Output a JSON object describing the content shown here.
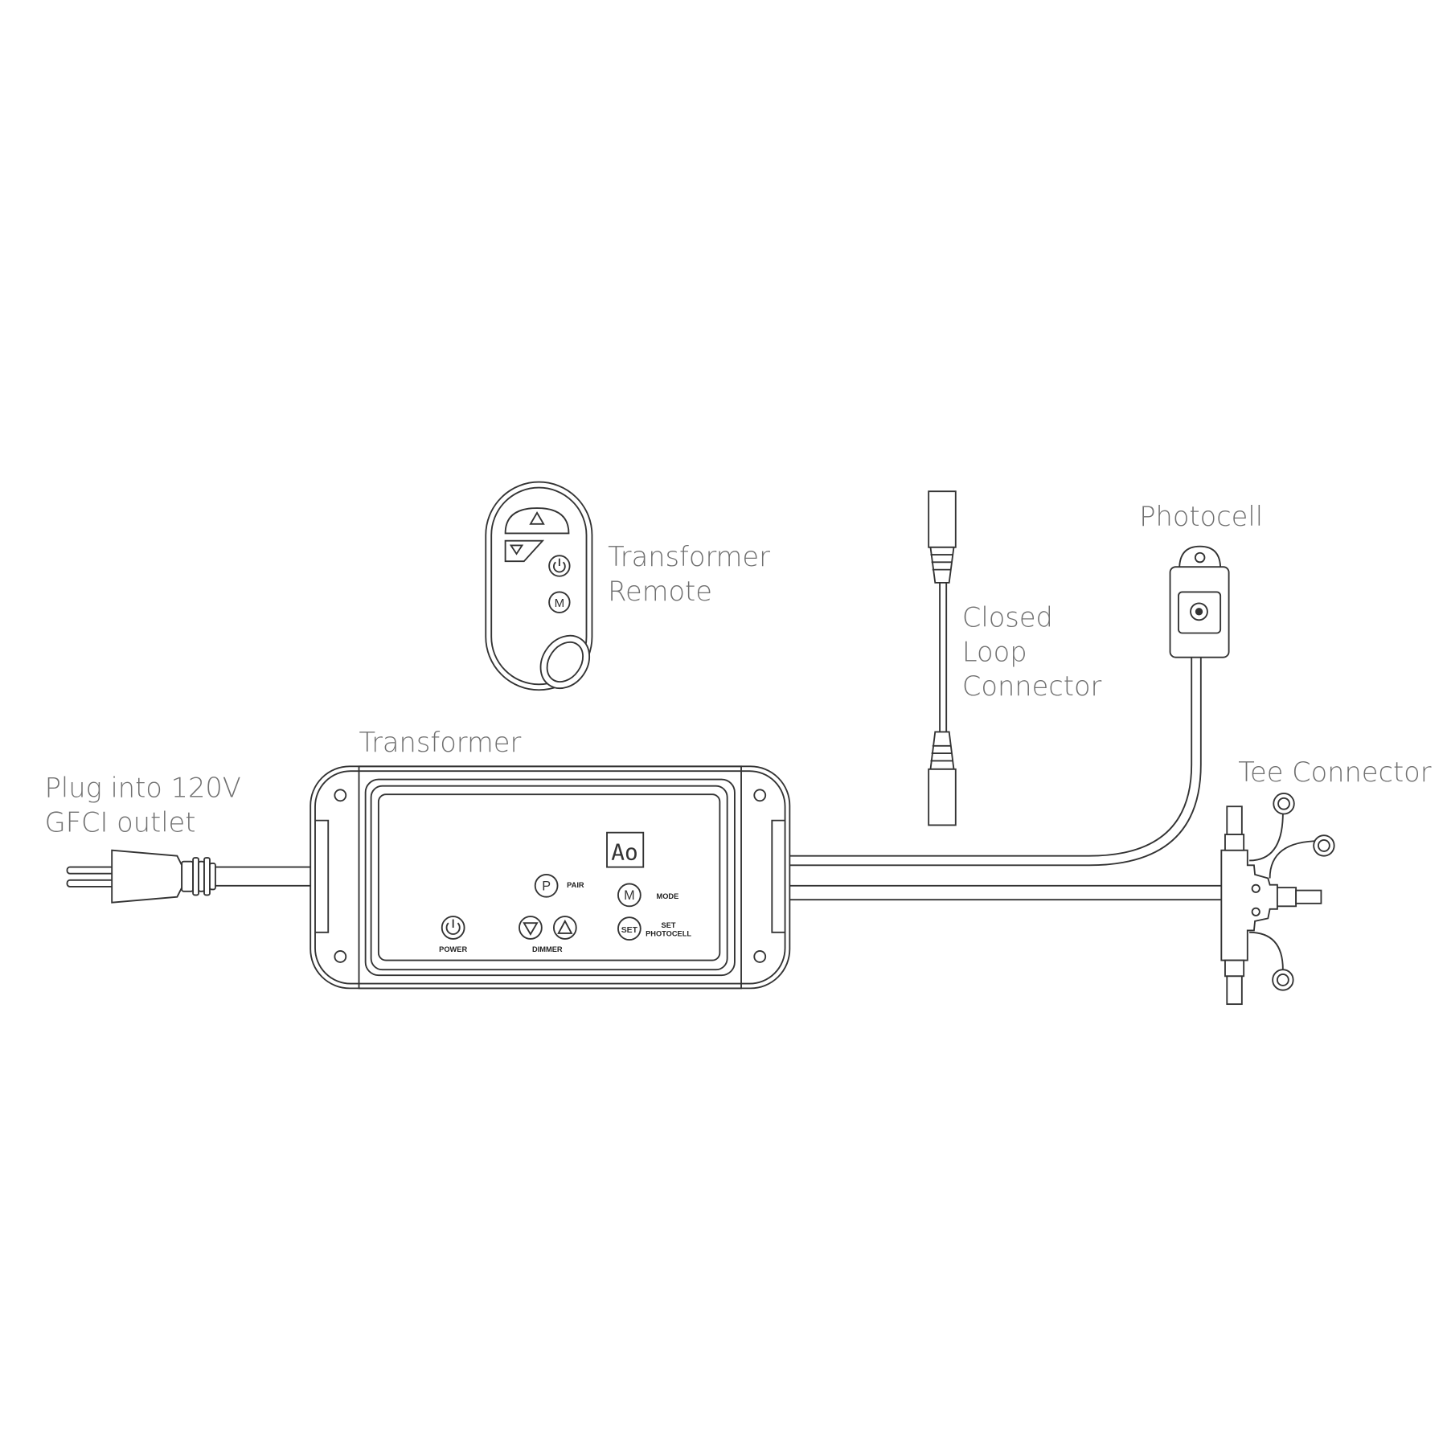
{
  "labels": {
    "plug_line1": "Plug into 120V",
    "plug_line2": "GFCI outlet",
    "transformer": "Transformer",
    "remote_line1": "Transformer",
    "remote_line2": "Remote",
    "closed_line1": "Closed",
    "closed_line2": "Loop",
    "closed_line3": "Connector",
    "photocell": "Photocell",
    "tee": "Tee Connector"
  },
  "panel": {
    "display": "Ao",
    "pair_key": "P",
    "pair": "PAIR",
    "mode_key": "M",
    "mode": "MODE",
    "set_key": "SET",
    "set_line1": "SET",
    "set_line2": "PHOTOCELL",
    "power": "POWER",
    "dimmer": "DIMMER"
  },
  "remote": {
    "m_key": "M"
  },
  "colors": {
    "line": "#333333",
    "label": "#707070"
  }
}
